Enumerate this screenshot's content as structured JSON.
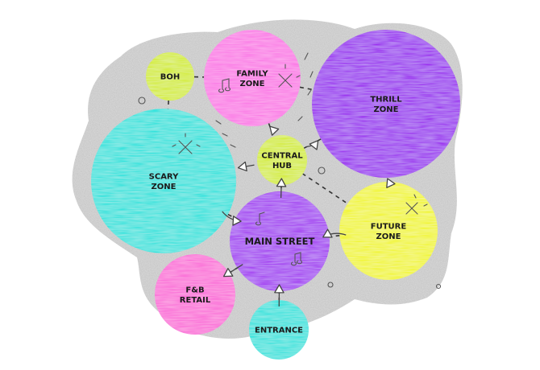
{
  "zones": [
    {
      "id": "boh",
      "lines": [
        "BOH"
      ],
      "color": "#d4ec30"
    },
    {
      "id": "family",
      "lines": [
        "FAMILY",
        "ZONE"
      ],
      "color": "#fb7ae6"
    },
    {
      "id": "thrill",
      "lines": [
        "THRILL",
        "ZONE"
      ],
      "color": "#9b2ff0"
    },
    {
      "id": "scary",
      "lines": [
        "SCARY",
        "ZONE"
      ],
      "color": "#2de3dd"
    },
    {
      "id": "hub",
      "lines": [
        "CENTRAL",
        "HUB"
      ],
      "color": "#d4ec30"
    },
    {
      "id": "main",
      "lines": [
        "MAIN STREET"
      ],
      "color": "#a43cf2"
    },
    {
      "id": "future",
      "lines": [
        "FUTURE",
        "ZONE"
      ],
      "color": "#f1f52c"
    },
    {
      "id": "fnb",
      "lines": [
        "F&B",
        "RETAIL"
      ],
      "color": "#fb6ed8"
    },
    {
      "id": "entrance",
      "lines": [
        "ENTRANCE"
      ],
      "color": "#2de3dd"
    }
  ],
  "connections": [
    [
      "boh",
      "scary"
    ],
    [
      "boh",
      "family"
    ],
    [
      "family",
      "thrill"
    ],
    [
      "family",
      "hub"
    ],
    [
      "hub",
      "thrill"
    ],
    [
      "hub",
      "main"
    ],
    [
      "hub",
      "future"
    ],
    [
      "scary",
      "main"
    ],
    [
      "main",
      "future"
    ],
    [
      "main",
      "fnb"
    ],
    [
      "main",
      "entrance"
    ]
  ],
  "flows": [
    {
      "from": "hub",
      "to": "scary",
      "kind": "line"
    },
    {
      "from": "hub",
      "to": "family",
      "kind": "curve"
    },
    {
      "from": "hub",
      "to": "thrill",
      "kind": "curve"
    },
    {
      "from": "main",
      "to": "hub",
      "kind": "line"
    },
    {
      "from": "thrill",
      "to": "future",
      "kind": "curve"
    },
    {
      "from": "future",
      "to": "main",
      "kind": "curve"
    },
    {
      "from": "scary",
      "to": "main",
      "kind": "curve"
    },
    {
      "from": "main",
      "to": "fnb",
      "kind": "line"
    },
    {
      "from": "entrance",
      "to": "main",
      "kind": "line"
    }
  ]
}
